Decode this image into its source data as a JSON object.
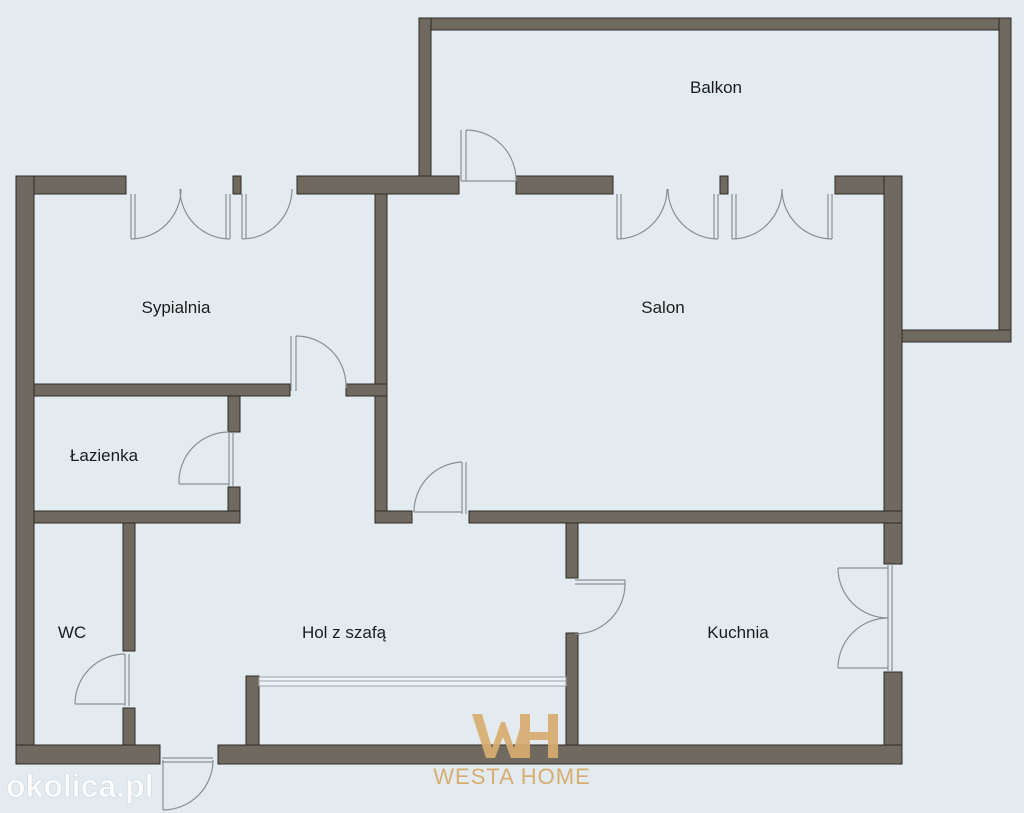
{
  "rooms": {
    "balkon": "Balkon",
    "sypialnia": "Sypialnia",
    "salon": "Salon",
    "lazienka": "Łazienka",
    "wc": "WC",
    "hol": "Hol z szafą",
    "kuchnia": "Kuchnia"
  },
  "brand": {
    "monogram": "WH",
    "name": "WESTA HOME",
    "color": "#d8ad70"
  },
  "watermark": "okolica.pl",
  "colors": {
    "wall": "#6f695f",
    "wall_edge": "#2d2a26",
    "floor": "#e3ebf0",
    "door_line": "#8a8f96"
  }
}
